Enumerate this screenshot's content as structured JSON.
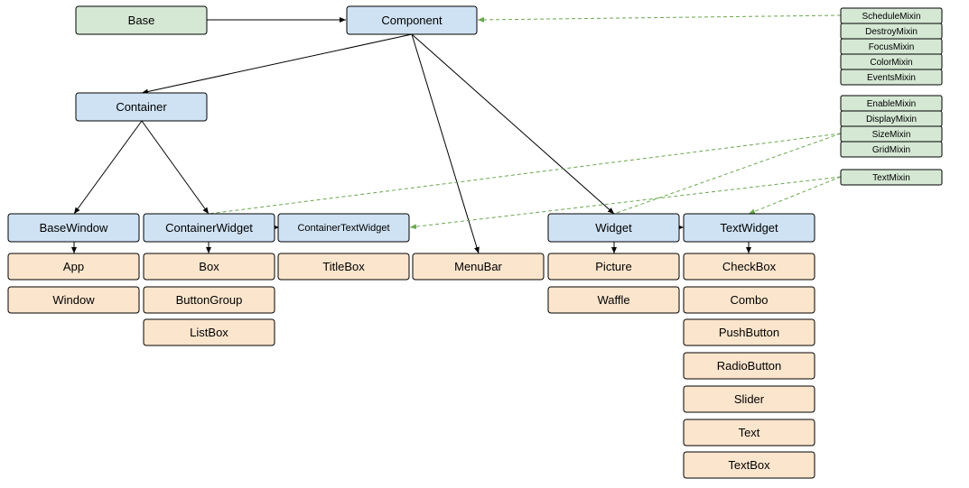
{
  "colors": {
    "green_fill": "#d5e8d4",
    "blue_fill": "#cfe2f3",
    "orange_fill": "#fce5cd",
    "border": "#000000",
    "solid_edge": "#000000",
    "dashed_edge": "#6aa84f"
  },
  "nodes": {
    "base": "Base",
    "component": "Component",
    "container": "Container",
    "base_window": "BaseWindow",
    "container_widget": "ContainerWidget",
    "container_text_widget": "ContainerTextWidget",
    "widget": "Widget",
    "text_widget": "TextWidget",
    "app": "App",
    "window": "Window",
    "box": "Box",
    "button_group": "ButtonGroup",
    "list_box": "ListBox",
    "title_box": "TitleBox",
    "menu_bar": "MenuBar",
    "picture": "Picture",
    "waffle": "Waffle",
    "check_box": "CheckBox",
    "combo": "Combo",
    "push_button": "PushButton",
    "radio_button": "RadioButton",
    "slider": "Slider",
    "text": "Text",
    "text_box": "TextBox"
  },
  "mixins": {
    "schedule": "ScheduleMixin",
    "destroy": "DestroyMixin",
    "focus": "FocusMixin",
    "color": "ColorMixin",
    "events": "EventsMixin",
    "enable": "EnableMixin",
    "display": "DisplayMixin",
    "size": "SizeMixin",
    "grid": "GridMixin",
    "text": "TextMixin"
  }
}
